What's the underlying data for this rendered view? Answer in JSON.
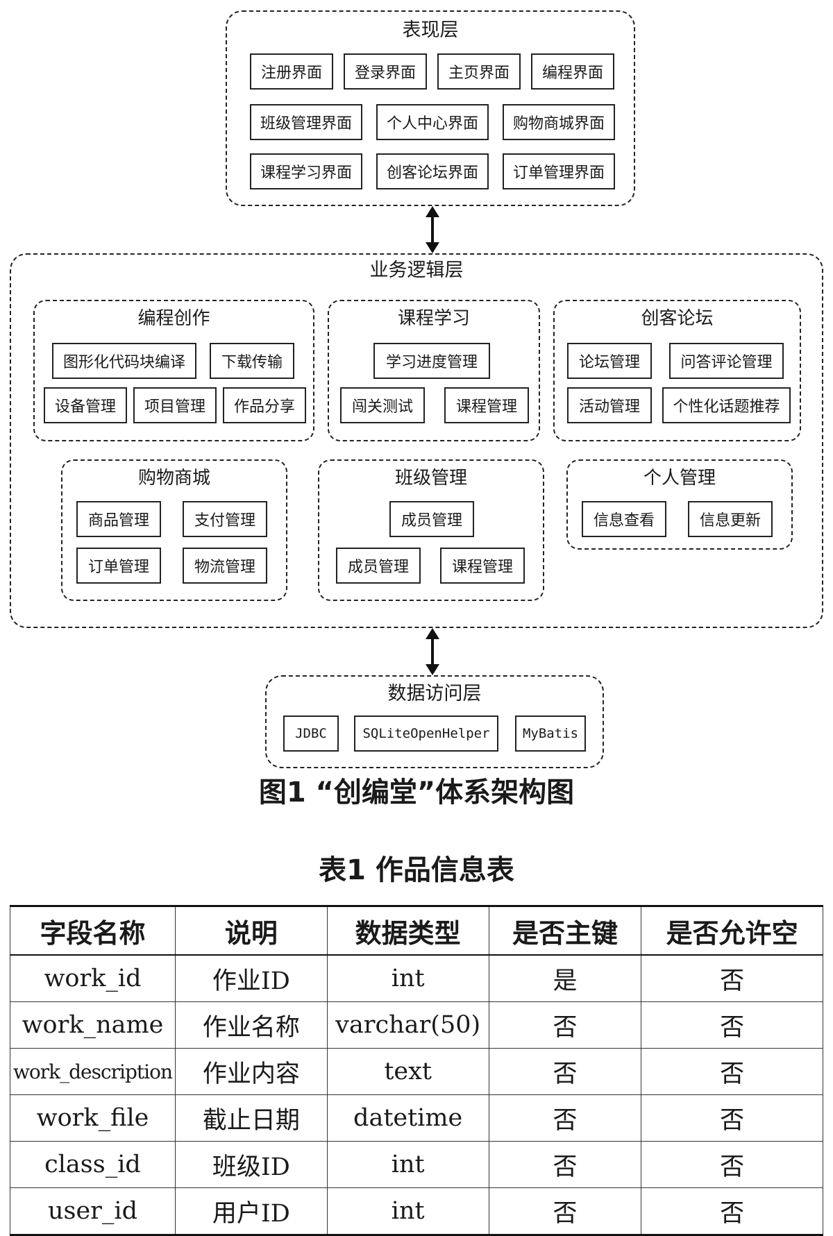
{
  "figure": {
    "layers": {
      "presentation": {
        "title": "表现层",
        "modules": [
          "注册界面",
          "登录界面",
          "主页界面",
          "编程界面",
          "班级管理界面",
          "个人中心界面",
          "购物商城界面",
          "课程学习界面",
          "创客论坛界面",
          "订单管理界面"
        ]
      },
      "business": {
        "title": "业务逻辑层",
        "groups": [
          {
            "title": "编程创作",
            "modules": [
              "图形化代码块编译",
              "下载传输",
              "设备管理",
              "项目管理",
              "作品分享"
            ]
          },
          {
            "title": "课程学习",
            "modules": [
              "学习进度管理",
              "闯关测试",
              "课程管理"
            ]
          },
          {
            "title": "创客论坛",
            "modules": [
              "论坛管理",
              "问答评论管理",
              "活动管理",
              "个性化话题推荐"
            ]
          },
          {
            "title": "购物商城",
            "modules": [
              "商品管理",
              "支付管理",
              "订单管理",
              "物流管理"
            ]
          },
          {
            "title": "班级管理",
            "modules": [
              "成员管理",
              "成员管理",
              "课程管理"
            ]
          },
          {
            "title": "个人管理",
            "modules": [
              "信息查看",
              "信息更新"
            ]
          }
        ]
      },
      "data_access": {
        "title": "数据访问层",
        "modules": [
          "JDBC",
          "SQLiteOpenHelper",
          "MyBatis"
        ]
      }
    },
    "caption": "图1 “创编堂”体系架构图"
  },
  "table": {
    "caption": "表1 作品信息表",
    "headers": [
      "字段名称",
      "说明",
      "数据类型",
      "是否主键",
      "是否允许空"
    ],
    "rows": [
      [
        "work_id",
        "作业ID",
        "int",
        "是",
        "否"
      ],
      [
        "work_name",
        "作业名称",
        "varchar(50)",
        "否",
        "否"
      ],
      [
        "work_description",
        "作业内容",
        "text",
        "否",
        "否"
      ],
      [
        "work_file",
        "截止日期",
        "datetime",
        "否",
        "否"
      ],
      [
        "class_id",
        "班级ID",
        "int",
        "否",
        "否"
      ],
      [
        "user_id",
        "用户ID",
        "int",
        "否",
        "否"
      ]
    ]
  }
}
